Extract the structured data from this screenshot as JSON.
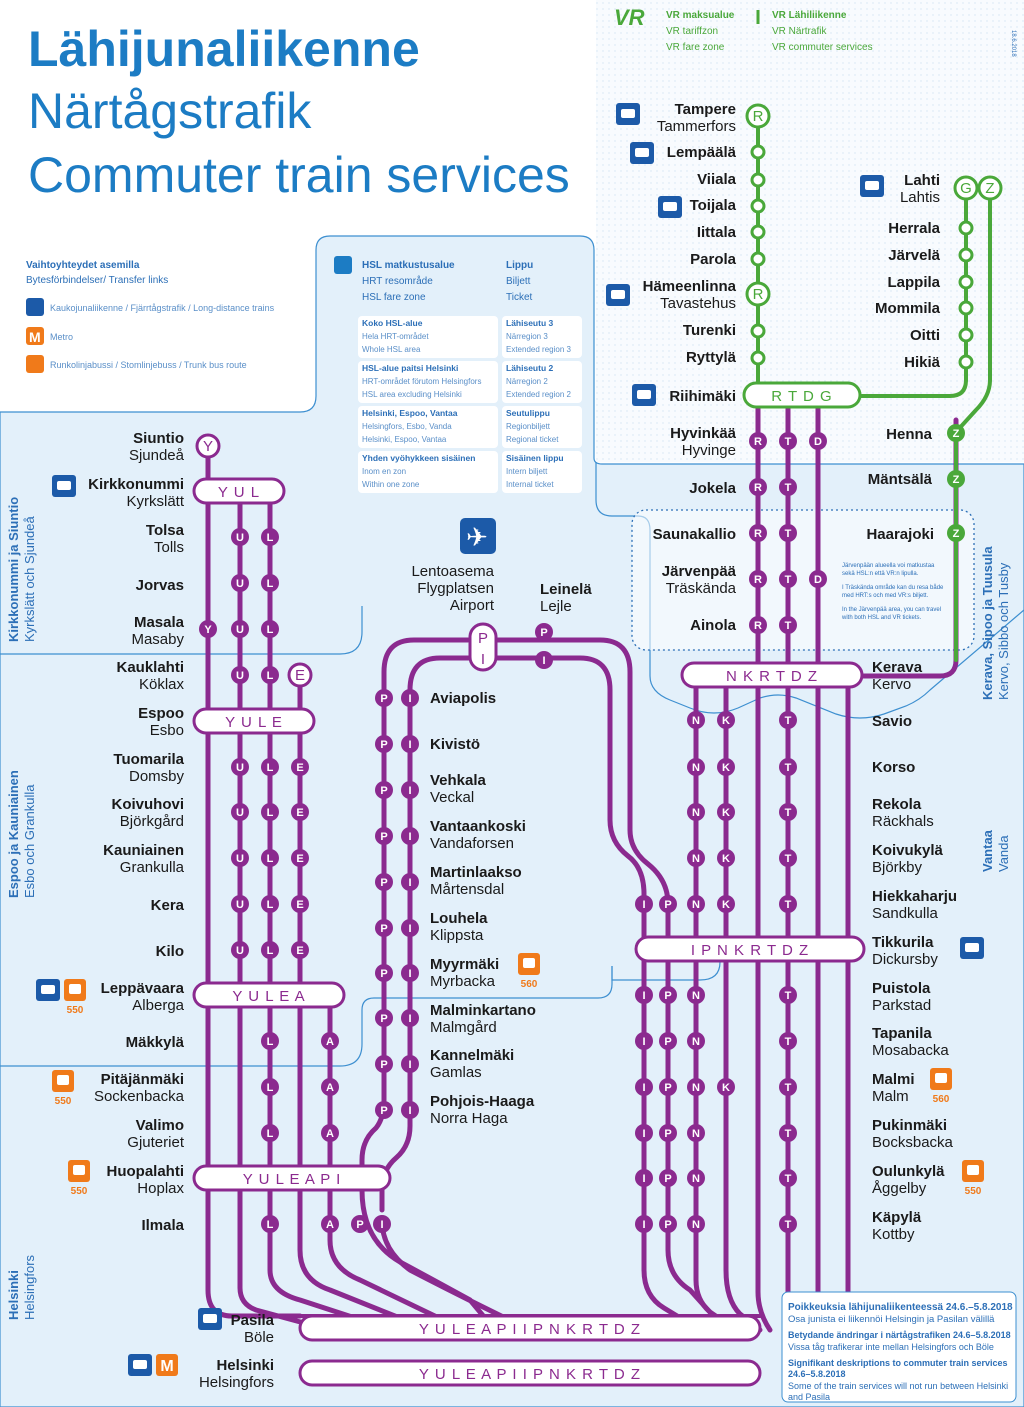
{
  "title": {
    "fi": "Lähijunaliikenne",
    "sv": "Närtågstrafik",
    "en": "Commuter train services"
  },
  "date_code": "18.6.2018",
  "vr_legend": {
    "fare_zone": [
      "VR maksualue",
      "VR tariffzon",
      "VR fare zone"
    ],
    "commuter": [
      "VR Lähiliikenne",
      "VR Närtrafik",
      "VR commuter services"
    ]
  },
  "transfer_legend": {
    "heading": "Vaihtoyhteydet asemilla",
    "heading_sub": "Bytesförbindelser/ Transfer links",
    "long_distance": "Kaukojunaliikenne / Fjärrtågstrafik / Long-distance trains",
    "metro": "Metro",
    "trunk_bus": "Runkolinjabussi / Stomlinjebuss / Trunk bus route"
  },
  "hsl_legend": {
    "area": [
      "HSL matkustusalue",
      "HRT resområde",
      "HSL fare zone"
    ],
    "ticket": [
      "Lippu",
      "Biljett",
      "Ticket"
    ],
    "rows": [
      {
        "left": [
          "Koko HSL-alue",
          "Hela HRT-området",
          "Whole HSL area"
        ],
        "right": [
          "Lähiseutu 3",
          "Närregion 3",
          "Extended region 3"
        ]
      },
      {
        "left": [
          "HSL-alue paitsi Helsinki",
          "HRT-området förutom Helsingfors",
          "HSL area excluding Helsinki"
        ],
        "right": [
          "Lähiseutu 2",
          "Närregion 2",
          "Extended region 2"
        ]
      },
      {
        "left": [
          "Helsinki, Espoo, Vantaa",
          "Helsingfors, Esbo, Vanda",
          "Helsinki, Espoo, Vantaa"
        ],
        "right": [
          "Seutulippu",
          "Regionbiljett",
          "Regional ticket"
        ]
      },
      {
        "left": [
          "Yhden vyöhykkeen sisäinen",
          "Inom en zon",
          "Within one zone"
        ],
        "right": [
          "Sisäinen lippu",
          "Intern biljett",
          "Internal ticket"
        ]
      }
    ]
  },
  "zones": {
    "kirkkonummi": [
      "Kirkkonummi ja Siuntio",
      "Kyrkslätt och Sjundeå"
    ],
    "espoo": [
      "Espoo ja Kauniainen",
      "Esbo och Grankulla"
    ],
    "helsinki": [
      "Helsinki",
      "Helsingfors"
    ],
    "kerava": [
      "Kerava, Sipoo ja Tuusula",
      "Kervo, Sibbo och Tusby"
    ],
    "vantaa": [
      "Vantaa",
      "Vanda"
    ]
  },
  "jarvenpaa_note": [
    "Järvenpään alueella voi matkustaa",
    "sekä HSL:n että VR:n lipulla.",
    "I Träskända område kan du resa både",
    "med HRT:s och med VR:s biljett.",
    "In the Järvenpää area, you can travel",
    "with both HSL and VR tickets."
  ],
  "airport_label": [
    "Lentoasema",
    "Flygplatsen",
    "Airport"
  ],
  "exceptions": {
    "fi_title": "Poikkeuksia lähijunaliikenteessä 24.6.–5.8.2018",
    "fi_text": "Osa junista ei liikennöi Helsingin ja Pasilan välillä",
    "sv_title": "Betydande ändringar i närtågstrafiken 24.6–5.8.2018",
    "sv_text": "Vissa tåg trafikerar inte mellan Helsingfors och Böle",
    "en_title": "Signifikant deskriptions to commuter train services",
    "en_title2": "24.6–5.8.2018",
    "en_text": "Some of the train services will not run between Helsinki",
    "en_text2": "and Pasila"
  },
  "hub_letters": {
    "siuntio": "Y",
    "kirkkonummi": "Y U L",
    "espoo": "Y U L E",
    "leppavaara": "Y U L E A",
    "huopalahti": "Y U L E A P I",
    "pasila": "Y U L E A P I I P N K R T D Z",
    "helsinki": "Y U L E A P I I P N K R T D Z",
    "kerava": "N K R T D Z",
    "tikkurila": "I P N K R T D Z",
    "riihimaki": "R T D G",
    "airport": "P I",
    "lahti": "G Z"
  },
  "bus_routes": {
    "leppavaara": "550",
    "pitajanmaki": "550",
    "huopalahti": "550",
    "myyrmaki": "560",
    "malmi": "560",
    "oulunkyla": "550"
  },
  "stations_west": [
    {
      "fi": "Siuntio",
      "sv": "Sjundeå"
    },
    {
      "fi": "Kirkkonummi",
      "sv": "Kyrkslätt"
    },
    {
      "fi": "Tolsa",
      "sv": "Tolls"
    },
    {
      "fi": "Jorvas",
      "sv": ""
    },
    {
      "fi": "Masala",
      "sv": "Masaby"
    },
    {
      "fi": "Kauklahti",
      "sv": "Köklax"
    },
    {
      "fi": "Espoo",
      "sv": "Esbo"
    },
    {
      "fi": "Tuomarila",
      "sv": "Domsby"
    },
    {
      "fi": "Koivuhovi",
      "sv": "Björkgård"
    },
    {
      "fi": "Kauniainen",
      "sv": "Grankulla"
    },
    {
      "fi": "Kera",
      "sv": ""
    },
    {
      "fi": "Kilo",
      "sv": ""
    },
    {
      "fi": "Leppävaara",
      "sv": "Alberga"
    },
    {
      "fi": "Mäkkylä",
      "sv": ""
    },
    {
      "fi": "Pitäjänmäki",
      "sv": "Sockenbacka"
    },
    {
      "fi": "Valimo",
      "sv": "Gjuteriet"
    },
    {
      "fi": "Huopalahti",
      "sv": "Hoplax"
    },
    {
      "fi": "Ilmala",
      "sv": ""
    }
  ],
  "stations_ring": [
    {
      "fi": "Leinelä",
      "sv": "Lejle"
    },
    {
      "fi": "Aviapolis",
      "sv": ""
    },
    {
      "fi": "Kivistö",
      "sv": ""
    },
    {
      "fi": "Vehkala",
      "sv": "Veckal"
    },
    {
      "fi": "Vantaankoski",
      "sv": "Vandaforsen"
    },
    {
      "fi": "Martinlaakso",
      "sv": "Mårtensdal"
    },
    {
      "fi": "Louhela",
      "sv": "Klippsta"
    },
    {
      "fi": "Myyrmäki",
      "sv": "Myrbacka"
    },
    {
      "fi": "Malminkartano",
      "sv": "Malmgård"
    },
    {
      "fi": "Kannelmäki",
      "sv": "Gamlas"
    },
    {
      "fi": "Pohjois-Haaga",
      "sv": "Norra Haga"
    }
  ],
  "stations_north": [
    {
      "fi": "Tampere",
      "sv": "Tammerfors"
    },
    {
      "fi": "Lempäälä",
      "sv": ""
    },
    {
      "fi": "Viiala",
      "sv": ""
    },
    {
      "fi": "Toijala",
      "sv": ""
    },
    {
      "fi": "Iittala",
      "sv": ""
    },
    {
      "fi": "Parola",
      "sv": ""
    },
    {
      "fi": "Hämeenlinna",
      "sv": "Tavastehus"
    },
    {
      "fi": "Turenki",
      "sv": ""
    },
    {
      "fi": "Ryttylä",
      "sv": ""
    },
    {
      "fi": "Riihimäki",
      "sv": ""
    },
    {
      "fi": "Hyvinkää",
      "sv": "Hyvinge"
    },
    {
      "fi": "Jokela",
      "sv": ""
    },
    {
      "fi": "Saunakallio",
      "sv": ""
    },
    {
      "fi": "Järvenpää",
      "sv": "Träskända"
    },
    {
      "fi": "Ainola",
      "sv": ""
    }
  ],
  "stations_lahti": [
    {
      "fi": "Lahti",
      "sv": "Lahtis"
    },
    {
      "fi": "Herrala",
      "sv": ""
    },
    {
      "fi": "Järvelä",
      "sv": ""
    },
    {
      "fi": "Lappila",
      "sv": ""
    },
    {
      "fi": "Mommila",
      "sv": ""
    },
    {
      "fi": "Oitti",
      "sv": ""
    },
    {
      "fi": "Hikiä",
      "sv": ""
    },
    {
      "fi": "Henna",
      "sv": ""
    },
    {
      "fi": "Mäntsälä",
      "sv": ""
    },
    {
      "fi": "Haarajoki",
      "sv": ""
    }
  ],
  "stations_east": [
    {
      "fi": "Kerava",
      "sv": "Kervo"
    },
    {
      "fi": "Savio",
      "sv": ""
    },
    {
      "fi": "Korso",
      "sv": ""
    },
    {
      "fi": "Rekola",
      "sv": "Räckhals"
    },
    {
      "fi": "Koivukylä",
      "sv": "Björkby"
    },
    {
      "fi": "Hiekkaharju",
      "sv": "Sandkulla"
    },
    {
      "fi": "Tikkurila",
      "sv": "Dickursby"
    },
    {
      "fi": "Puistola",
      "sv": "Parkstad"
    },
    {
      "fi": "Tapanila",
      "sv": "Mosabacka"
    },
    {
      "fi": "Malmi",
      "sv": "Malm"
    },
    {
      "fi": "Pukinmäki",
      "sv": "Bocksbacka"
    },
    {
      "fi": "Oulunkylä",
      "sv": "Åggelby"
    },
    {
      "fi": "Käpylä",
      "sv": "Kottby"
    }
  ],
  "stations_south": [
    {
      "fi": "Pasila",
      "sv": "Böle"
    },
    {
      "fi": "Helsinki",
      "sv": "Helsingfors"
    }
  ],
  "colors": {
    "purple": "#8b2a8f",
    "green": "#4aa83a",
    "blue": "#1c7cc4",
    "zone_bg": "#e3f0fa",
    "orange": "#f07a1a"
  }
}
